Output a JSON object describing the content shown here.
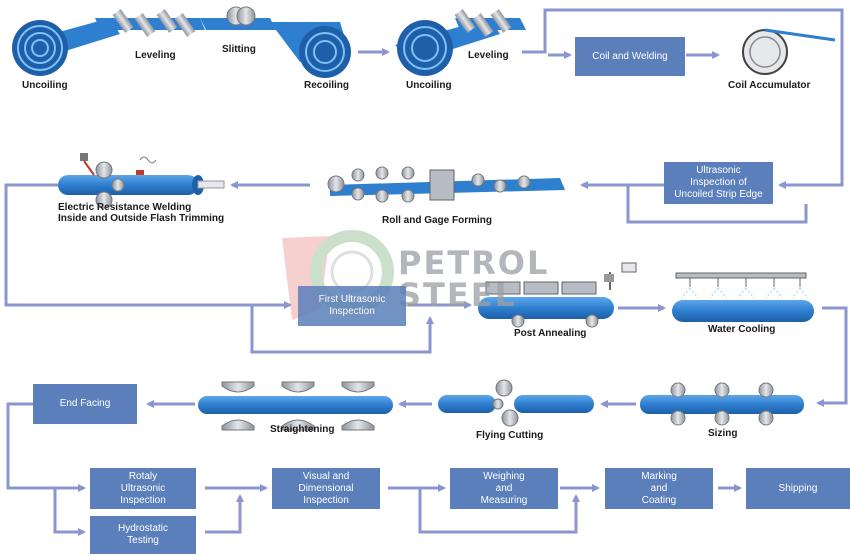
{
  "colors": {
    "pipe": "#2f7fd0",
    "pipe_dark": "#1d5fa8",
    "box": "#5b7fba",
    "arrow": "#8b95cf",
    "roller": "#b9bfc7"
  },
  "labels": {
    "uncoiling_1": "Uncoiling",
    "leveling_1": "Leveling",
    "slitting": "Slitting",
    "recoiling": "Recoiling",
    "uncoiling_2": "Uncoiling",
    "leveling_2": "Leveling",
    "coil_accumulator": "Coil Accumulator",
    "erw": "Electric Resistance Welding\nInside and Outside Flash Trimming",
    "roll_gage": "Roll and Gage Forming",
    "post_annealing": "Post Annealing",
    "water_cooling": "Water Cooling",
    "straightening": "Straightening",
    "flying_cutting": "Flying Cutting",
    "sizing": "Sizing"
  },
  "boxes": {
    "coil_welding": "Coil and Welding",
    "ultrasonic_strip": "Ultrasonic\nInspection of\nUncoiled Strip Edge",
    "first_ultrasonic": "First Ultrasonic\nInspection",
    "end_facing": "End Facing",
    "rotaly_ut": "Rotaly\nUltrasonic\nInspection",
    "hydrostatic": "Hydrostatic\nTesting",
    "visual": "Visual and\nDimensional\nInspection",
    "weighing": "Weighing\nand\nMeasuring",
    "marking": "Marking\nand\nCoating",
    "shipping": "Shipping"
  },
  "watermark": {
    "line1": "PETROL",
    "line2": "STEEL"
  },
  "icons": [
    "coil-icon",
    "roller-icon",
    "pipe-icon",
    "sprinkler-icon",
    "gauge-icon"
  ]
}
